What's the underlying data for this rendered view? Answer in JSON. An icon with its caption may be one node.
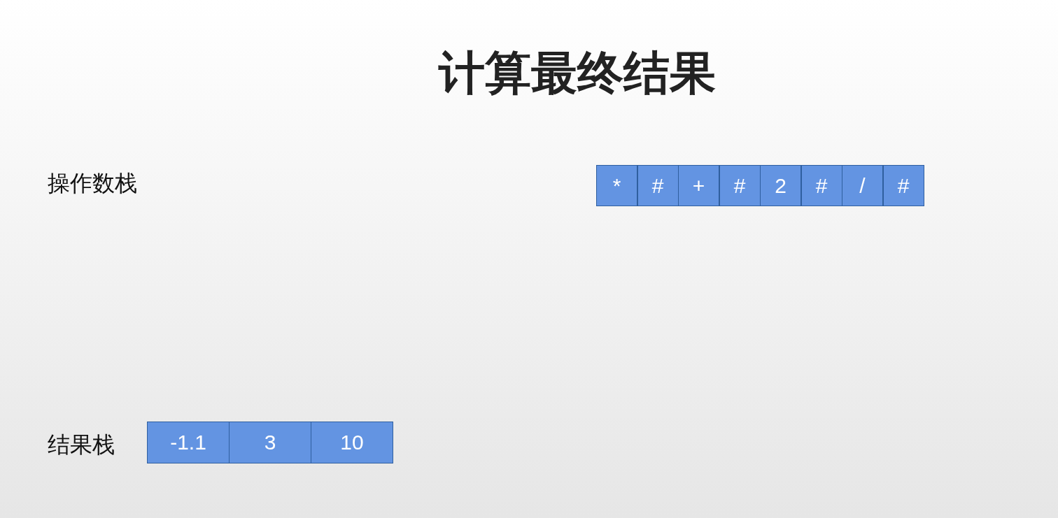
{
  "diagram": {
    "title": "计算最终结果",
    "nodes": [
      {
        "text": [
          "*"
        ]
      },
      {
        "text": [
          "#"
        ]
      },
      {
        "text": [
          "+"
        ]
      },
      {
        "text": [
          "#"
        ]
      },
      {
        "text": [
          "2"
        ]
      },
      {
        "text": [
          "#"
        ]
      },
      {
        "text": [
          "/"
        ]
      },
      {
        "text": [
          "#"
        ]
      },
      {
        "text": [
          "-1.1"
        ]
      },
      {
        "text": [
          "3"
        ]
      },
      {
        "text": [
          "10"
        ]
      }
    ],
    "labels": [
      "操作数栈",
      "结果栈"
    ]
  }
}
